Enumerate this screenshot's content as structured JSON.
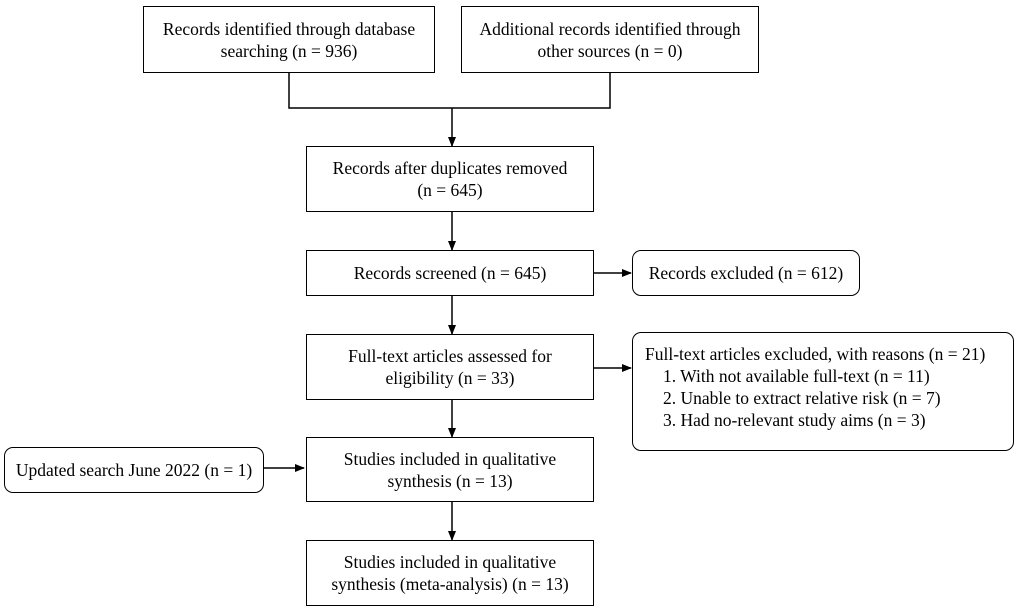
{
  "nodes": {
    "db_search": {
      "lines": [
        "Records identified through database",
        "searching (n = 936)"
      ]
    },
    "other_sources": {
      "lines": [
        "Additional records identified through",
        "other sources (n = 0)"
      ]
    },
    "after_duplicates": {
      "lines": [
        "Records after duplicates removed",
        "(n = 645)"
      ]
    },
    "screened": {
      "lines": [
        "Records screened (n = 645)"
      ]
    },
    "excluded": {
      "lines": [
        "Records excluded (n = 612)"
      ]
    },
    "full_text": {
      "lines": [
        "Full-text articles assessed for",
        "eligibility (n = 33)"
      ]
    },
    "full_text_excluded": {
      "title": "Full-text articles excluded, with  reasons (n = 21)",
      "reasons": [
        "1. With not available full-text (n = 11)",
        "2. Unable to extract relative risk (n = 7)",
        "3. Had no-relevant study aims (n = 3)"
      ]
    },
    "updated_search": {
      "lines": [
        "Updated search June 2022 (n = 1)"
      ]
    },
    "qualitative": {
      "lines": [
        "Studies included in qualitative",
        "synthesis (n = 13)"
      ]
    },
    "meta_analysis": {
      "lines": [
        "Studies included in qualitative",
        "synthesis (meta-analysis) (n = 13)"
      ]
    }
  }
}
